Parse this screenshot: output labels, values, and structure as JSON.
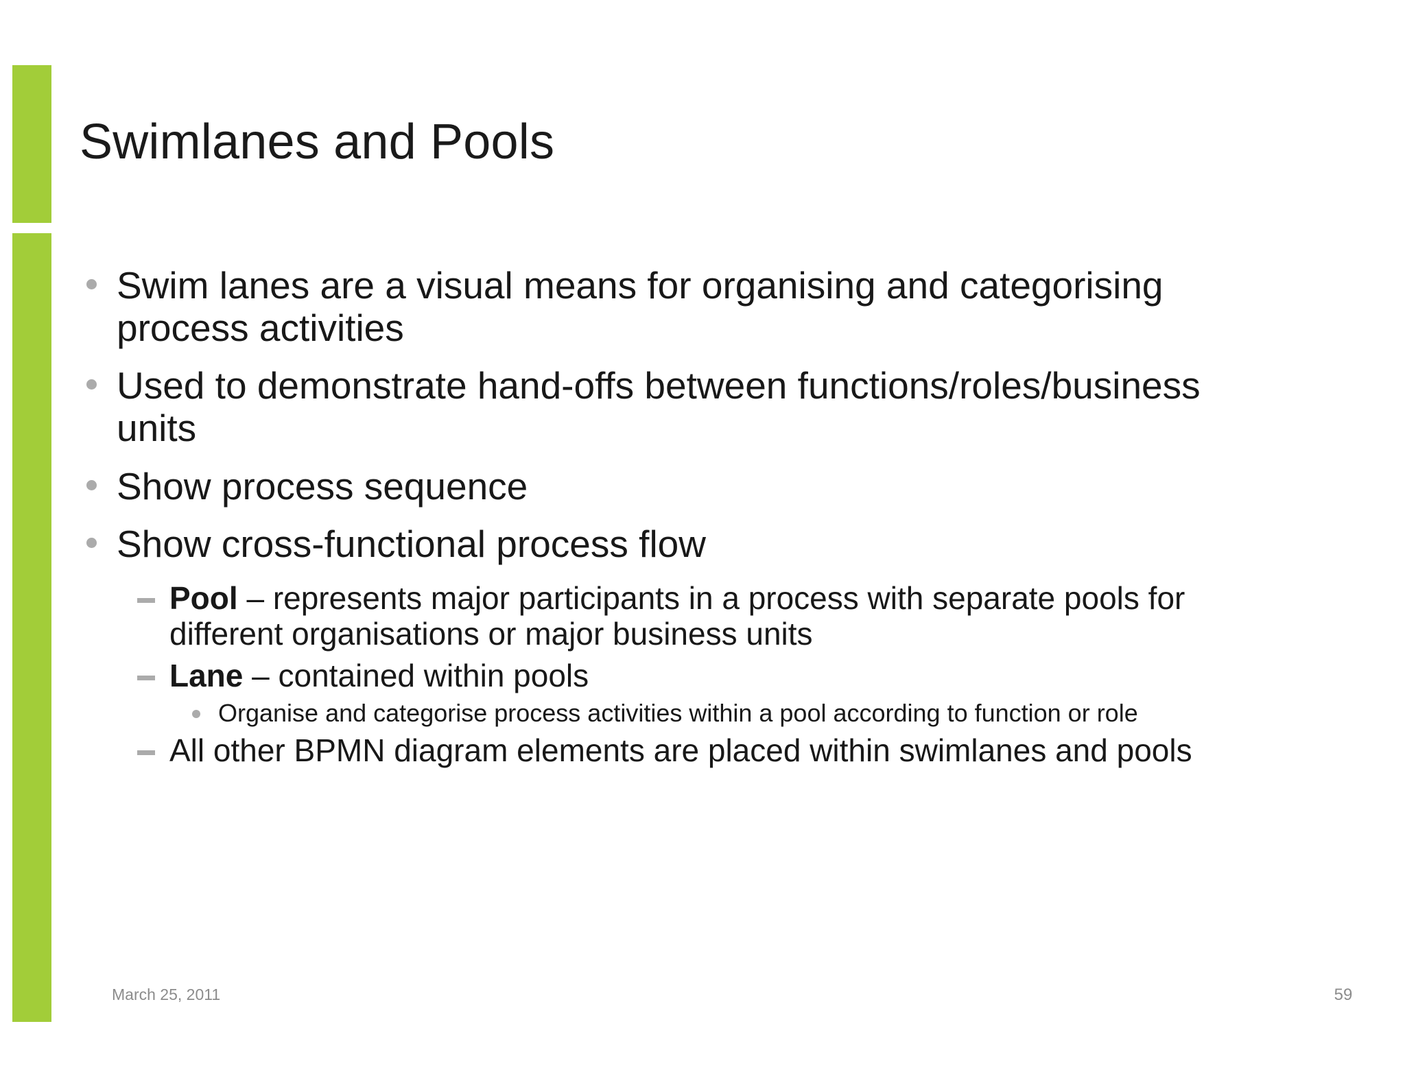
{
  "slide": {
    "title": "Swimlanes and Pools",
    "accent_color": "#A2CD39",
    "bullet_marker_color": "#ABABAB",
    "text_color": "#181818",
    "footer_color": "#8C8C8C",
    "background": "#ffffff"
  },
  "content": {
    "bullets": [
      {
        "level": 1,
        "text": "Swim lanes are a visual means for organising and categorising process activities"
      },
      {
        "level": 1,
        "text": "Used to demonstrate hand-offs between functions/roles/business units"
      },
      {
        "level": 1,
        "text": "Show process sequence"
      },
      {
        "level": 1,
        "text": "Show cross-functional process flow"
      },
      {
        "level": 2,
        "lead": "Pool",
        "text": " – represents major participants in a process with separate pools for different organisations or major business units"
      },
      {
        "level": 2,
        "lead": "Lane",
        "text": " – contained within pools"
      },
      {
        "level": 3,
        "text": "Organise and categorise process activities within a pool according to function or role"
      },
      {
        "level": 2,
        "text": "All other BPMN diagram elements are placed within swimlanes and pools"
      }
    ]
  },
  "footer": {
    "date": "March 25, 2011",
    "page_number": "59"
  }
}
